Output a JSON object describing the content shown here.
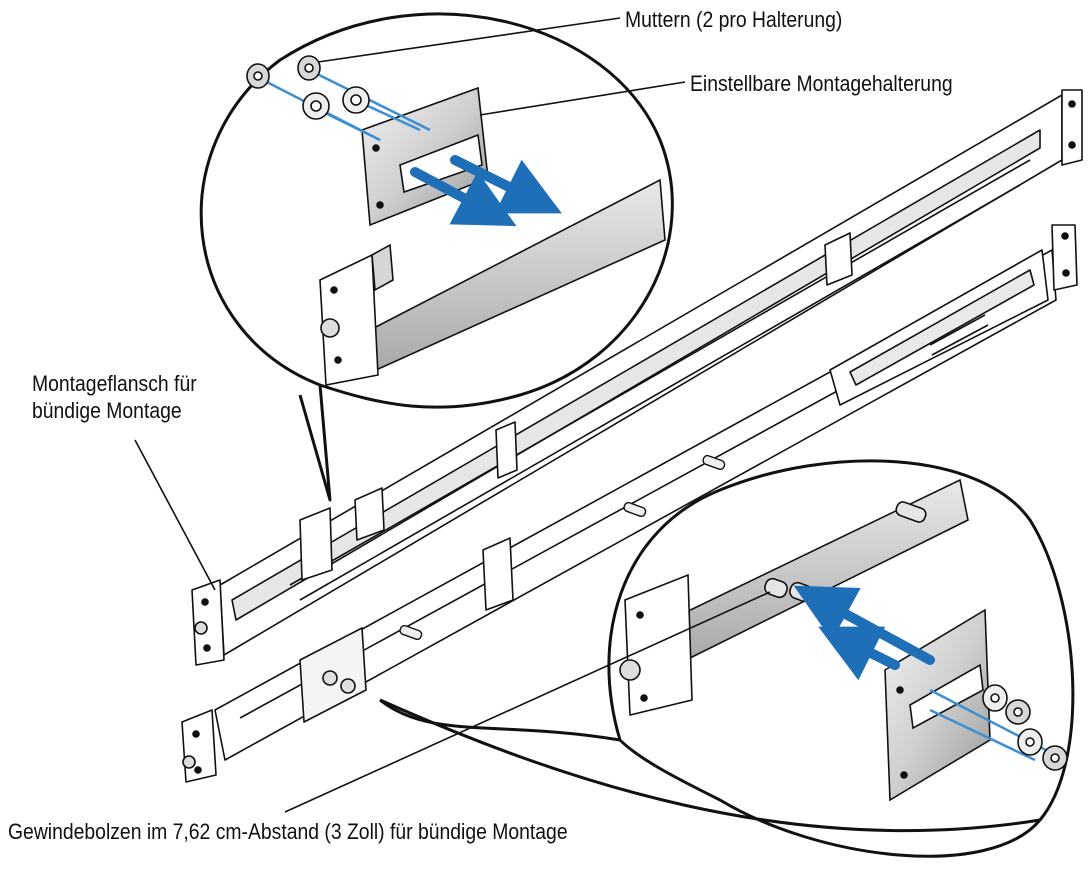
{
  "labels": {
    "nuts": "Muttern (2 pro Halterung)",
    "adjustable_bracket": "Einstellbare Montagehalterung",
    "flush_flange_line1": "Montageflansch für",
    "flush_flange_line2": "bündige Montage",
    "studs": "Gewindebolzen im 7,62 cm-Abstand (3 Zoll) für bündige Montage"
  },
  "colors": {
    "outline": "#111111",
    "metal_fill": "#ffffff",
    "metal_shade": "#c9c9c9",
    "arrow": "#1f6fb8",
    "screw_line": "#3d8fd1"
  }
}
